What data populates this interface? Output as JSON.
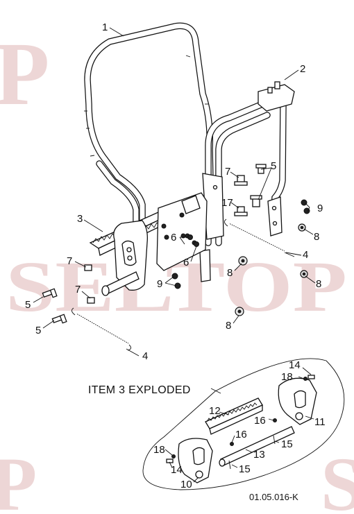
{
  "watermark": {
    "text_top": "P",
    "text_mid": "SELTOP",
    "color": "#e9cccc"
  },
  "exploded_caption": "ITEM 3 EXPLODED",
  "drawing_code": "01.05.016-K",
  "callouts": {
    "c1": "1",
    "c2": "2",
    "c3": "3",
    "c4a": "4",
    "c4b": "4",
    "c5a": "5",
    "c5b": "5",
    "c5c": "5",
    "c6a": "6",
    "c6b": "6",
    "c7a": "7",
    "c7b": "7",
    "c7c": "7",
    "c8a": "8",
    "c8b": "8",
    "c8c": "8",
    "c8d": "8",
    "c9a": "9",
    "c9b": "9",
    "c10": "10",
    "c11": "11",
    "c12": "12",
    "c13": "13",
    "c14a": "14",
    "c14b": "14",
    "c15a": "15",
    "c15b": "15",
    "c16a": "16",
    "c16b": "16",
    "c17": "17",
    "c18a": "18",
    "c18b": "18"
  }
}
